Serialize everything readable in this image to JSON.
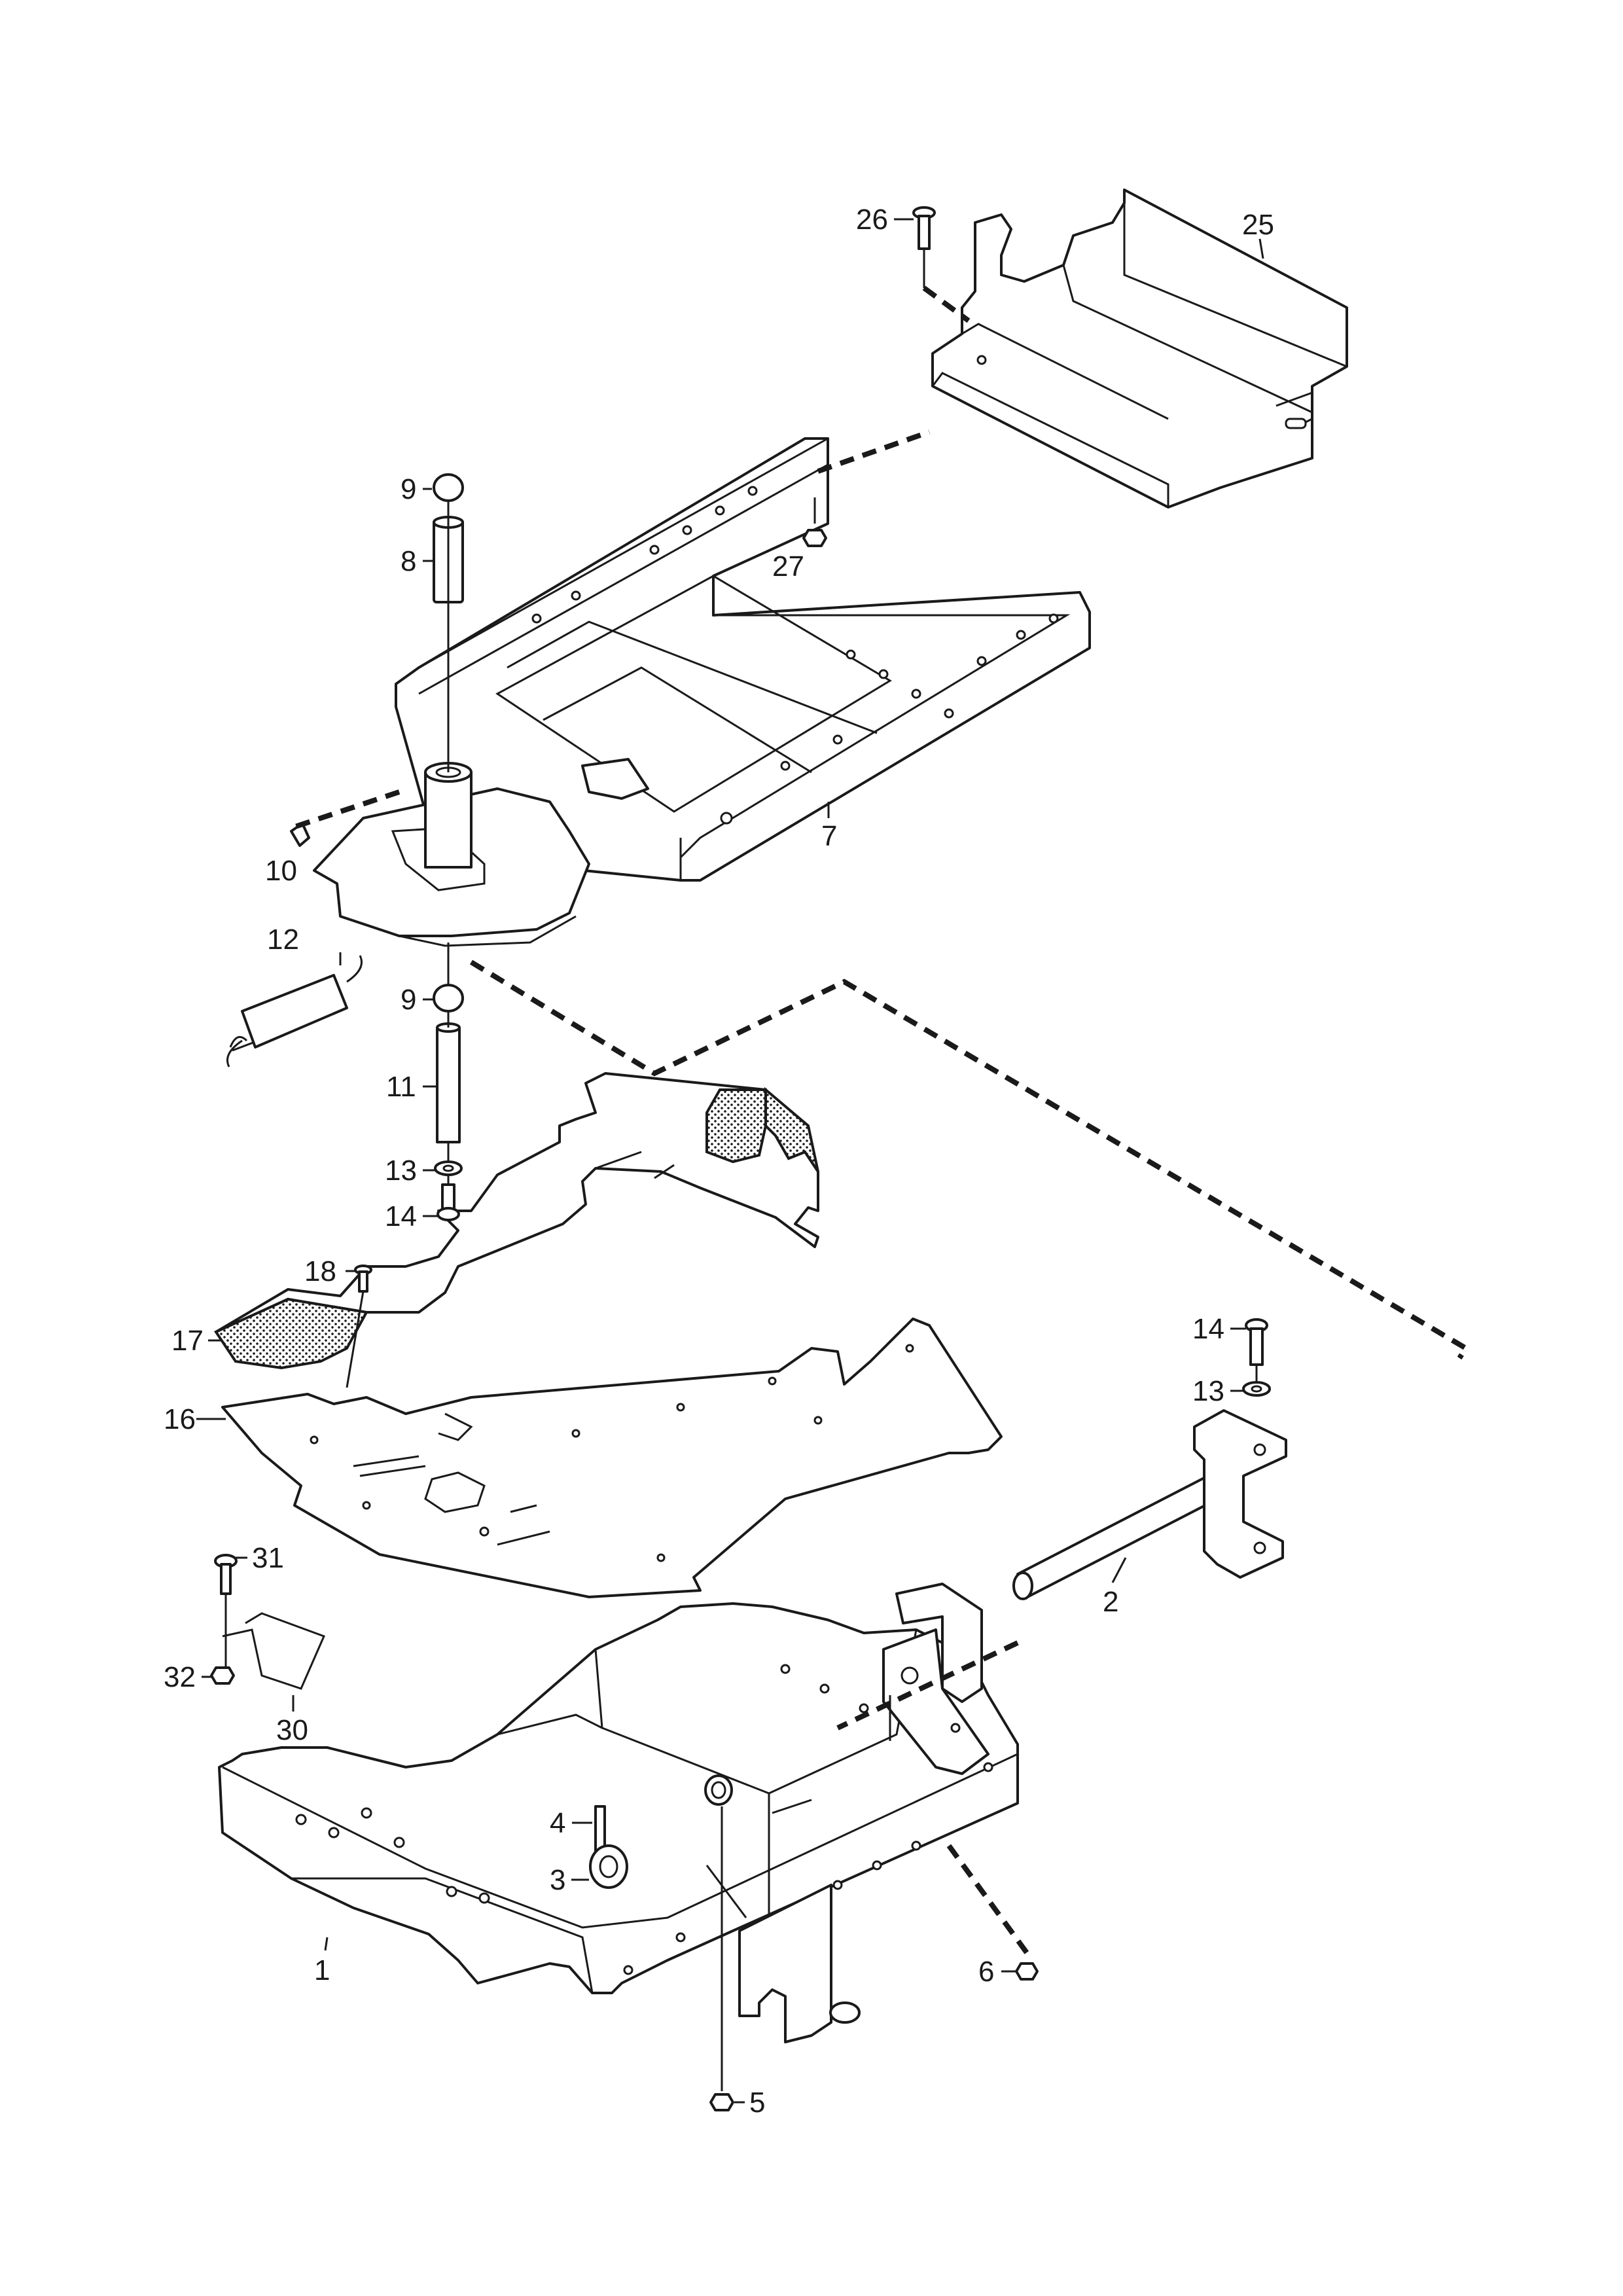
{
  "callouts": [
    {
      "id": "c26",
      "label": "26"
    },
    {
      "id": "c25",
      "label": "25"
    },
    {
      "id": "c9a",
      "label": "9"
    },
    {
      "id": "c8",
      "label": "8"
    },
    {
      "id": "c27",
      "label": "27"
    },
    {
      "id": "c7",
      "label": "7"
    },
    {
      "id": "c10",
      "label": "10"
    },
    {
      "id": "c12",
      "label": "12"
    },
    {
      "id": "c9b",
      "label": "9"
    },
    {
      "id": "c11",
      "label": "11"
    },
    {
      "id": "c13a",
      "label": "13"
    },
    {
      "id": "c14a",
      "label": "14"
    },
    {
      "id": "c18",
      "label": "18"
    },
    {
      "id": "c17",
      "label": "17"
    },
    {
      "id": "c16",
      "label": "16"
    },
    {
      "id": "c14b",
      "label": "14"
    },
    {
      "id": "c13b",
      "label": "13"
    },
    {
      "id": "c31",
      "label": "31"
    },
    {
      "id": "c2",
      "label": "2"
    },
    {
      "id": "c32",
      "label": "32"
    },
    {
      "id": "c30",
      "label": "30"
    },
    {
      "id": "c4",
      "label": "4"
    },
    {
      "id": "c3",
      "label": "3"
    },
    {
      "id": "c1",
      "label": "1"
    },
    {
      "id": "c6",
      "label": "6"
    },
    {
      "id": "c5",
      "label": "5"
    }
  ]
}
